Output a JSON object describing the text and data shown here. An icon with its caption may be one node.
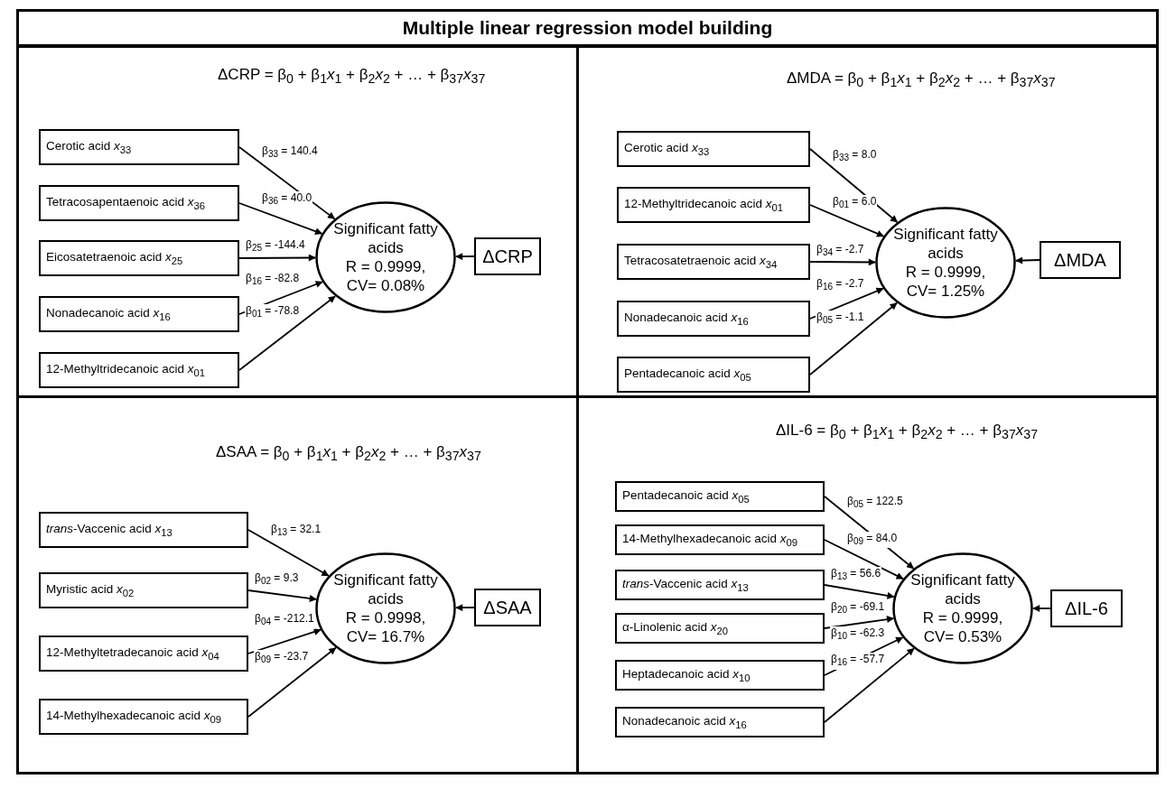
{
  "diagram": {
    "title": "Multiple linear regression model building",
    "nodes": [
      {
        "text": [
          "ΔCRP = β$_{0}$ + β$_{1}$*x*$_{1}$ +  β$_{2}$*x*$_{2}$ + … +  β$_{37}$*x*$_{37}$"
        ]
      },
      {
        "text": [
          "Cerotic acid *x*$_{33}$"
        ],
        "in": 0
      },
      {
        "text": [
          "Tetracosapentaenoic acid *x*$_{36}$"
        ],
        "in": 0
      },
      {
        "text": [
          "Eicosatetraenoic acid *x*$_{25}$"
        ],
        "in": 0
      },
      {
        "text": [
          "Nonadecanoic acid *x*$_{16}$"
        ],
        "in": 0
      },
      {
        "text": [
          "12-Methyltridecanoic acid *x*$_{01}$"
        ],
        "in": 0
      },
      {
        "text": [
          "Significant fatty acids",
          "R = 0.9999, CV= 0.08%"
        ],
        "in": 0
      },
      {
        "text": [
          "ΔCRP"
        ],
        "in": 0
      },
      {
        "text": [
          "ΔMDA = β$_{0}$ + β$_{1}$*x*$_{1}$ +  β$_{2}$*x*$_{2}$ + … +  β$_{37}$*x*$_{37}$"
        ]
      },
      {
        "text": [
          "Cerotic acid *x*$_{33}$"
        ],
        "in": 8
      },
      {
        "text": [
          "12-Methyltridecanoic acid *x*$_{01}$"
        ],
        "in": 8
      },
      {
        "text": [
          "Tetracosatetraenoic acid *x*$_{34}$"
        ],
        "in": 8
      },
      {
        "text": [
          "Nonadecanoic acid *x*$_{16}$"
        ],
        "in": 8
      },
      {
        "text": [
          "Pentadecanoic acid *x*$_{05}$"
        ],
        "in": 8
      },
      {
        "text": [
          "Significant fatty acids",
          "R = 0.9999, CV= 1.25%"
        ],
        "in": 8
      },
      {
        "text": [
          "ΔMDA"
        ],
        "in": 8
      },
      {
        "text": [
          "ΔSAA = β$_{0}$ + β$_{1}$*x*$_{1}$ +  β$_{2}$*x*$_{2}$ + … +  β$_{37}$*x*$_{37}$"
        ]
      },
      {
        "text": [
          "*trans*-Vaccenic acid *x*$_{13}$"
        ],
        "in": 16
      },
      {
        "text": [
          "Myristic acid *x*$_{02}$"
        ],
        "in": 16
      },
      {
        "text": [
          "12-Methyltetradecanoic acid *x*$_{04}$"
        ],
        "in": 16
      },
      {
        "text": [
          "14-Methylhexadecanoic acid *x*$_{09}$"
        ],
        "in": 16
      },
      {
        "text": [
          "Significant fatty acids",
          "R = 0.9998, CV= 16.7%"
        ],
        "in": 16
      },
      {
        "text": [
          "ΔSAA"
        ],
        "in": 16
      },
      {
        "text": [
          "ΔIL-6 = β$_{0}$ + β$_{1}$*x*$_{1}$ +  β$_{2}$*x*$_{2}$ + … +  β$_{37}$*x*$_{37}$"
        ]
      },
      {
        "text": [
          "Pentadecanoic acid *x*$_{05}$"
        ],
        "in": 23
      },
      {
        "text": [
          "14-Methylhexadecanoic acid *x*$_{09}$"
        ],
        "in": 23
      },
      {
        "text": [
          "*trans*-Vaccenic acid *x*$_{13}$"
        ],
        "in": 23
      },
      {
        "text": [
          "α-Linolenic acid *x*$_{20}$"
        ],
        "in": 23
      },
      {
        "text": [
          "Heptadecanoic acid *x*$_{10}$"
        ],
        "in": 23
      },
      {
        "text": [
          "Nonadecanoic acid *x*$_{16}$"
        ],
        "in": 23
      },
      {
        "text": [
          "Significant fatty acids",
          "R = 0.9999, CV= 0.53%"
        ],
        "in": 23
      },
      {
        "text": [
          "ΔIL-6"
        ],
        "in": 23
      }
    ],
    "edges": [
      {
        "from": 1,
        "to": 6,
        "arrow": "to",
        "label": "β$_{33}$ = 140.4"
      },
      {
        "from": 2,
        "to": 6,
        "arrow": "to",
        "label": "β$_{36}$ = 40.0"
      },
      {
        "from": 3,
        "to": 6,
        "arrow": "to",
        "label": "β$_{25}$ = -144.4"
      },
      {
        "from": 4,
        "to": 6,
        "arrow": "to",
        "label": "β$_{16}$ = -82.8"
      },
      {
        "from": 5,
        "to": 6,
        "arrow": "to",
        "label": "β$_{01}$ = -78.8"
      },
      {
        "from": 7,
        "to": 6,
        "arrow": "to"
      },
      {
        "from": 9,
        "to": 14,
        "arrow": "to",
        "label": "β$_{33}$ = 8.0"
      },
      {
        "from": 10,
        "to": 14,
        "arrow": "to",
        "label": "β$_{01}$ = 6.0"
      },
      {
        "from": 11,
        "to": 14,
        "arrow": "to",
        "label": "β$_{34}$ = -2.7"
      },
      {
        "from": 12,
        "to": 14,
        "arrow": "to",
        "label": "β$_{16}$ = -2.7"
      },
      {
        "from": 13,
        "to": 14,
        "arrow": "to",
        "label": "β$_{05}$ = -1.1"
      },
      {
        "from": 15,
        "to": 14,
        "arrow": "to"
      },
      {
        "from": 17,
        "to": 21,
        "arrow": "to",
        "label": "β$_{13}$ = 32.1"
      },
      {
        "from": 18,
        "to": 21,
        "arrow": "to",
        "label": "β$_{02}$ = 9.3"
      },
      {
        "from": 19,
        "to": 21,
        "arrow": "to",
        "label": "β$_{04}$ = -212.1"
      },
      {
        "from": 20,
        "to": 21,
        "arrow": "to",
        "label": "β$_{09}$ = -23.7"
      },
      {
        "from": 22,
        "to": 21,
        "arrow": "to"
      },
      {
        "from": 24,
        "to": 30,
        "arrow": "to",
        "label": "β$_{05}$ = 122.5"
      },
      {
        "from": 25,
        "to": 30,
        "arrow": "to",
        "label": "β$_{09}$ = 84.0"
      },
      {
        "from": 26,
        "to": 30,
        "arrow": "to",
        "label": "β$_{13}$ = 56.6"
      },
      {
        "from": 27,
        "to": 30,
        "arrow": "to",
        "label": "β$_{20}$ = -69.1"
      },
      {
        "from": 28,
        "to": 30,
        "arrow": "to",
        "label": "β$_{10}$ = -62.3"
      },
      {
        "from": 29,
        "to": 30,
        "arrow": "to",
        "label": "β$_{16}$ = -57.7"
      },
      {
        "from": 31,
        "to": 30,
        "arrow": "to"
      }
    ]
  }
}
